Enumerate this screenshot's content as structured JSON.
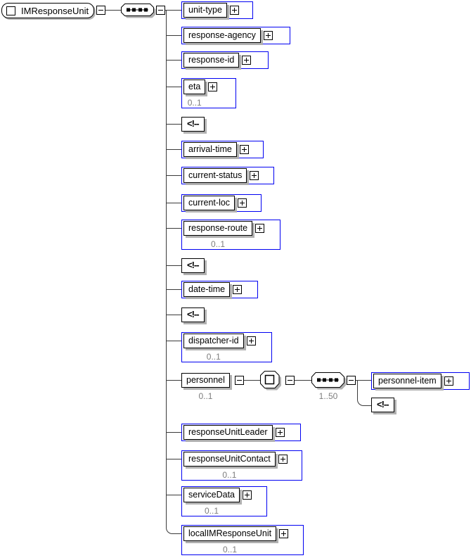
{
  "root": {
    "label": "IMResponseUnit"
  },
  "rows": [
    {
      "label": "unit-type",
      "occ": ""
    },
    {
      "label": "response-agency",
      "occ": ""
    },
    {
      "label": "response-id",
      "occ": ""
    },
    {
      "label": "eta",
      "occ": "0..1"
    },
    {
      "label": "<!--",
      "occ": ""
    },
    {
      "label": "arrival-time",
      "occ": ""
    },
    {
      "label": "current-status",
      "occ": ""
    },
    {
      "label": "current-loc",
      "occ": ""
    },
    {
      "label": "response-route",
      "occ": "0..1"
    },
    {
      "label": "<!--",
      "occ": ""
    },
    {
      "label": "date-time",
      "occ": ""
    },
    {
      "label": "<!--",
      "occ": ""
    },
    {
      "label": "dispatcher-id",
      "occ": "0..1"
    },
    {
      "label": "personnel",
      "occ": "0..1"
    },
    {
      "label": "personnel-item",
      "occ": ""
    },
    {
      "label": "<!--",
      "occ": ""
    },
    {
      "label": "responseUnitLeader",
      "occ": ""
    },
    {
      "label": "responseUnitContact",
      "occ": "0..1"
    },
    {
      "label": "serviceData",
      "occ": "0..1"
    },
    {
      "label": "localIMResponseUnit",
      "occ": "0..1"
    }
  ],
  "personnel_group": {
    "occurrence": "1..50"
  },
  "icons": {
    "root_box": "element-square-icon",
    "sequence": "sequence-compositor-icon",
    "single_child": "single-child-compositor-icon",
    "expand": "plus-icon",
    "collapse": "minus-icon",
    "comment": "xml-comment-icon"
  },
  "colors": {
    "type_box_border": "#0000f2",
    "shadow": "#b0b0b0",
    "occurrence_text": "#7d7d7d",
    "line": "#3a3a3a"
  }
}
